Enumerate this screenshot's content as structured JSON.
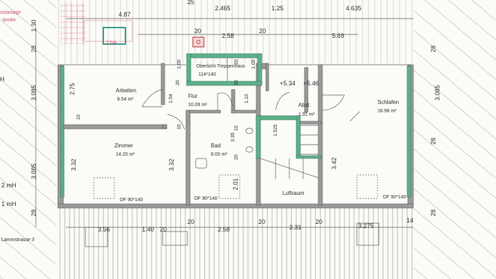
{
  "rooms": {
    "arbeiten": {
      "name": "Arbeiten",
      "area": "8.54 m²"
    },
    "flur": {
      "name": "Flur",
      "area": "10.09 m²"
    },
    "zimmer": {
      "name": "Zimmer",
      "area": "14.20 m²"
    },
    "bad": {
      "name": "Bad",
      "area": "8.00 m²"
    },
    "abst": {
      "name": "Abst.",
      "area": "1.91 m²"
    },
    "schlafen": {
      "name": "Schlafen",
      "area": "16.96 m²"
    },
    "luftraum": {
      "name": "Luftraum"
    }
  },
  "labels": {
    "oberlicht": "Oberlicht Treppenhaus",
    "oberlicht_size": "114*140",
    "df1": "DF 90*140",
    "df2": "DF 90*140",
    "df3": "DF 90*140",
    "level1": "+5.34",
    "level2": "+5.46",
    "marker_2na": "2.NA",
    "left_red_1": "ostanlage",
    "left_red_2": "länder",
    "street": "Lammstrasse 3",
    "mh1": "2 mH",
    "mh2": "1 mH",
    "left_h": "H"
  },
  "dims": {
    "top_487": "4.87",
    "top_25": "25",
    "top_2465": "2.465",
    "top_125": "1.25",
    "top_4635": "4.635",
    "top_20a": "20",
    "top_258": "2.58",
    "top_20b": "20",
    "top_569": "5.69",
    "d_100a": "1.00",
    "d_100b": "1.00",
    "d_20c": "20",
    "d_20d": "20",
    "d_20e": "20",
    "d_20f": "20",
    "d_10a": "10",
    "d_10b": "10",
    "d_10c": "10",
    "d_154": "1.54",
    "d_110": "1.10",
    "d_1525": "1.525",
    "d_275": "2.75",
    "d_332a": "3.32",
    "d_332b": "3.32",
    "d_335": "3.35",
    "d_201": "2.01",
    "d_342": "3.42",
    "d_3085a": "3.085",
    "d_3085b": "3.085",
    "d_3085c": "3.085",
    "d_28a": "28",
    "d_28b": "28",
    "d_28c": "28",
    "d_28d": "28",
    "d_28e": "28",
    "d_130": "1.30",
    "b_356": "3.56",
    "b_140": "1.40",
    "b_20a": "20",
    "b_258": "2.58",
    "b_20b": "20",
    "b_231": "2.31",
    "b_20c": "20",
    "b_3275": "3.275",
    "b_14": "14",
    "b_20d": "20"
  }
}
